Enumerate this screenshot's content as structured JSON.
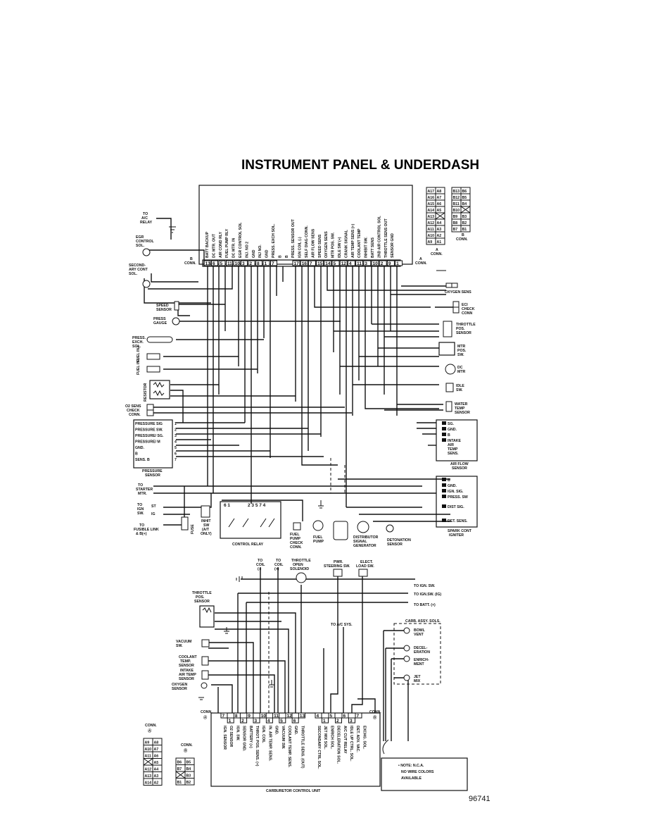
{
  "title": "INSTRUMENT PANEL & UNDERDASH",
  "figure_number": "96741",
  "ecu_top": {
    "b_conn_label": "B\nCONN.",
    "a_conn_label": "A\nCONN.",
    "b_pins": [
      "13",
      "6",
      "5",
      "11",
      "10",
      "3",
      "2",
      "8",
      "1",
      "7"
    ],
    "a_pins": [
      "17",
      "16",
      "7",
      "15",
      "14",
      "5",
      "12",
      "4",
      "11",
      "3",
      "10",
      "2",
      "9",
      "1"
    ],
    "functions": [
      "BATT BACKUP",
      "DC MTR. OUT",
      "AIR COND RLY",
      "FUEL PUMP RLY",
      "DC MTR. IN",
      "EGR CONTROL SOL",
      "INJ. NO 2",
      "GND",
      "INJ NO.",
      "GND",
      "PRESS. EXCH SOL.",
      "B",
      "B",
      "PRESS. SENSOR OUT",
      "IGN COIL (-)",
      "SELF DIAG CONN.",
      "AIR FLOW SENS",
      "SPEED SENS",
      "OXYGEN SENS",
      "MTR POS. SW.",
      "IDLE SW (+)",
      "CRANK SIGNAL",
      "AIR TEMP SENS (+)",
      "COOLANT TEMP",
      "INHIBIT SW.",
      "BATT SENS",
      "2ND AIR CONTROL SOL",
      "THROTTLE SENS OUT",
      "SENSOR GND"
    ],
    "a_grid": [
      "A17",
      "A8",
      "A16",
      "A7",
      "A15",
      "A6",
      "A14",
      "A5",
      "A13",
      "",
      "A12",
      "A4",
      "A11",
      "A3",
      "A10",
      "A2",
      "A9",
      "A1"
    ],
    "b_grid": [
      "B13",
      "B6",
      "B12",
      "B5",
      "B11",
      "B4",
      "B10",
      "",
      "B9",
      "B3",
      "B8",
      "B2",
      "B7",
      "B1"
    ],
    "a_grid_label": "A\nCONN.",
    "b_grid_label": "B\nCONN."
  },
  "labels_top": {
    "ac_relay": "TO\nA/C\nRELAY",
    "egr": "EGR\nCONTROL\nSOL.",
    "secondary": "SECOND-\nARY CONT\nSOL.",
    "speed": "SPEED\nSENSOR",
    "press_gauge": "PRESS\nGAUGE",
    "press_exch": "PRESS.\nEXCH.\nSOL.",
    "inj1": "FUEL INJ.",
    "inj2": "FUEL INJ.",
    "resistor": "RESISTOR",
    "o2_check": "O2 SENS\nCHECK\nCONN.",
    "pressure_rows": [
      "PRESSURE SIG",
      "PRESSURE SW.",
      "PRESSURE/ SG.",
      "PRESSURE/ M",
      "GND.",
      "B",
      "SENS. B"
    ],
    "pressure_sensor": "PRESSURE\nSENSOR",
    "starter": "TO\nSTARTER\nMTR.",
    "ign_sw": "TO\nIGN\nSW.",
    "st": "ST",
    "ig": "IG",
    "fusible": "TO\nFUSIBLE LINK\n& B(+)",
    "fuse": "FUSE",
    "inhibit": "INHIT\nSW\n(A/T\nONLY)",
    "control_relay": "CONTROL RELAY",
    "fuel_pump_check": "FUEL\nPUMP\nCHECK\nCONN.",
    "fuel_pump": "FUEL\nPUMP",
    "distributor": "DISTRIBUTOR\nSIGNAL\nGENERATOR",
    "detonation": "DETONATION\nSENSOR",
    "oxygen_sens": "OXYGEN SENS",
    "eci_check": "ECI\nCHECK\nCONN",
    "throttle_pos": "THROTTLE\nPOS.\nSENSOR",
    "mtr_pos": "MTR\nPOS.\nSW.",
    "dc_mtr": "DC\nMTR",
    "idle_sw": "IDLE\nSW.",
    "water_temp": "WATER\nTEMP\nSENSOR",
    "airflow_rows": [
      "SG.",
      "GND.",
      "B",
      "INTAKE\nAIR\nTEMP\nSENS."
    ],
    "air_flow_sensor": "AIR FLOW\nSENSOR",
    "igniter_rows": [
      "B",
      "GND.",
      "IGN. SIG.",
      "PRESS. SW",
      "DIST SIG.",
      "DET. SENS."
    ],
    "spark_igniter": "SPARK CONT\nIGNITER"
  },
  "carb": {
    "to_coil_minus": "TO\nCOIL\n(-)",
    "to_coil_plus": "TO\nCOIL\n(+)",
    "throttle_open": "THROTTLE\nOPEN\nSOLENOID",
    "pwr_steering": "PWR.\nSTEERING SW.",
    "elect_load": "ELECT.\nLOAD SW.",
    "to_ign_sw": "TO IGN. SW.",
    "to_ign_sw_ig": "TO IGN.SW. (IG)",
    "to_batt": "TO BATT. (+)",
    "to_ac_sys": "TO A/C SYS.",
    "carb_assy": "CARB. ASSY. SOLS.",
    "bowl_vent": "BOWL\nVENT",
    "decel": "DECEL-\nERATION",
    "enrich": "ENRICH-\nMENT",
    "jet_mix": "JET\nMIX",
    "throttle_pos": "THROTTLE\nPOS.\nSENSOR",
    "vacuum_sw": "VACUUM\nSW.",
    "coolant": "COOLANT\nTEMP.\nSENSOR",
    "intake_air": "INTAKE\nAIR TEMP\nSENSOR",
    "oxygen": "OXYGEN\nSENSOR",
    "conn_a": "CONN.\nA",
    "conn_b": "CONN.\nB",
    "a_pins": [
      "7",
      "1",
      "8",
      "2",
      "9",
      "3",
      "10",
      "4",
      "11",
      "5",
      "12",
      "6",
      "13"
    ],
    "b_pins": [
      "4",
      "1",
      "5",
      "2",
      "6",
      "3",
      "7"
    ],
    "functions_a": [
      "IGN. SENSOR",
      "O2 SENSOR",
      "IGN. SW.",
      "SENSOR GND.",
      "BATTERY (+)",
      "THROT. POS. SENS. (+)",
      "IGN. COIL",
      "IN. AIR TEMP. SENS.",
      "GND.",
      "VACUUM SW.",
      "COOLANT TEMP. SENS.",
      "GND.",
      "THROTTLE SENS. (OUT)"
    ],
    "functions_b": [
      "SECONDARY CTRL SOL.",
      "JET MIX SOL.",
      "ENRICH SOL.",
      "DECELERATION SOL.",
      "A/C CUT RELAY",
      "IDLE UP CTRL. SOL.",
      "DET. ADV. VAC.",
      "EXCHG. SOL."
    ],
    "ccu_label": "CARBURETOR CONTROL UNIT",
    "grid_a": [
      "A9",
      "A8",
      "A10",
      "A7",
      "A11",
      "A6",
      "",
      "A5",
      "A12",
      "A4",
      "A13",
      "A3",
      "A14",
      "A2"
    ],
    "grid_b": [
      "B6",
      "B5",
      "B7",
      "B4",
      "",
      "B3",
      "B1",
      "B2"
    ],
    "grid_a_label": "CONN.\nA",
    "grid_b_label": "CONN.\nB",
    "note": "• NOTE: N.C.A.\nNO WIRE COLORS\nAVAILABLE"
  }
}
